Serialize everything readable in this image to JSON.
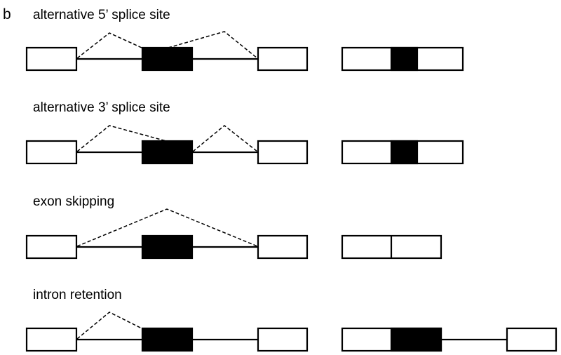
{
  "panel_label": "b",
  "rows": [
    {
      "label": "alternative 5’ splice site"
    },
    {
      "label": "alternative 3’ splice site"
    },
    {
      "label": "exon skipping"
    },
    {
      "label": "intron retention"
    }
  ],
  "colors": {
    "exon_constitutive": "#ffffff",
    "exon_alternative": "#000000",
    "line": "#000000"
  }
}
